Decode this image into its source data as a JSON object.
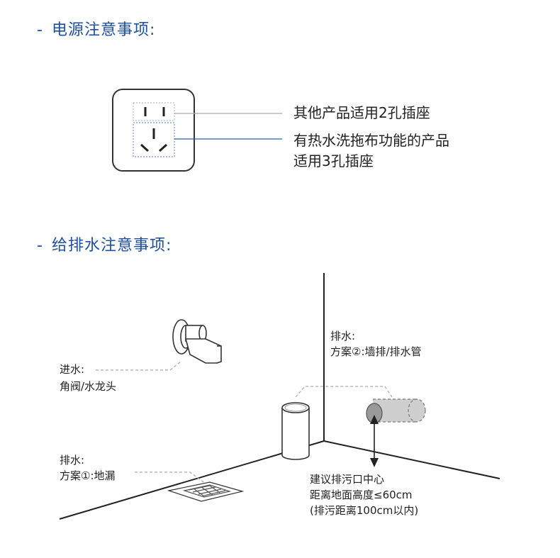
{
  "sections": {
    "power": {
      "dash": "-",
      "title": "电源注意事项:",
      "socket_2hole_label": "其他产品适用2孔插座",
      "socket_3hole_label_line1": "有热水洗拖布功能的产品",
      "socket_3hole_label_line2": "适用3孔插座"
    },
    "drain": {
      "dash": "-",
      "title": "给排水注意事项:",
      "inlet_line1": "进水:",
      "inlet_line2": "角阀/水龙头",
      "wall_drain_line1": "排水:",
      "wall_drain_line2": "方案②:墙排/排水管",
      "floor_drain_line1": "排水:",
      "floor_drain_line2": "方案①:地漏",
      "height_note_line1": "建议排污口中心",
      "height_note_line2": "距离地面高度≤60cm",
      "height_note_line3": "(排污距离100cm以内)"
    }
  },
  "colors": {
    "title_blue": "#1e4fa0",
    "text": "#222222",
    "leader_gray": "#aaaaaa",
    "leader_blue": "#2b5fb8",
    "socket_border": "#333333",
    "dotted_blue": "#4a7fd0"
  },
  "icons": [
    "power-socket-icon",
    "angle-valve-icon",
    "floor-drain-icon",
    "standpipe-icon",
    "wall-drain-pipe-icon",
    "height-arrow-icon"
  ]
}
